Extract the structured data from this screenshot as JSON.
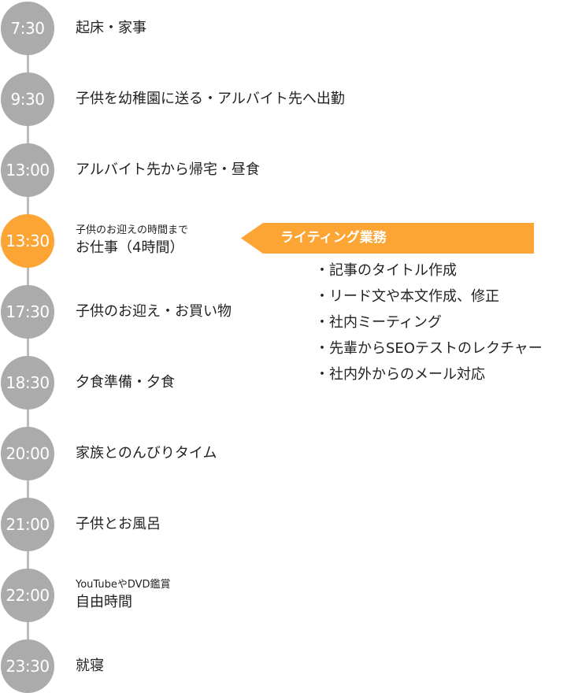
{
  "schedule": [
    {
      "time": "7:30",
      "main": "起床・家事",
      "sub": "",
      "active": false
    },
    {
      "time": "9:30",
      "main": "子供を幼稚園に送る・アルバイト先へ出勤",
      "sub": "",
      "active": false
    },
    {
      "time": "13:00",
      "main": "アルバイト先から帰宅・昼食",
      "sub": "",
      "active": false
    },
    {
      "time": "13:30",
      "main": "お仕事（4時間）",
      "sub": "子供のお迎えの時間まで",
      "active": true
    },
    {
      "time": "17:30",
      "main": "子供のお迎え・お買い物",
      "sub": "",
      "active": false
    },
    {
      "time": "18:30",
      "main": "夕食準備・夕食",
      "sub": "",
      "active": false
    },
    {
      "time": "20:00",
      "main": "家族とのんびりタイム",
      "sub": "",
      "active": false
    },
    {
      "time": "21:00",
      "main": "子供とお風呂",
      "sub": "",
      "active": false
    },
    {
      "time": "22:00",
      "main": "自由時間",
      "sub": "YouTubeやDVD鑑賞",
      "active": false
    },
    {
      "time": "23:30",
      "main": "就寝",
      "sub": "",
      "active": false
    }
  ],
  "work_detail": {
    "label": "ライティング業務",
    "tasks": [
      "・記事のタイトル作成",
      "・リード文や本文作成、修正",
      "・社内ミーティング",
      "・先輩からSEOテストのレクチャー",
      "・社内外からのメール対応"
    ]
  },
  "colors": {
    "circle_default": "#ababab",
    "circle_active": "#fca434",
    "line": "#bcbcbc",
    "label_bg": "#fca434"
  }
}
